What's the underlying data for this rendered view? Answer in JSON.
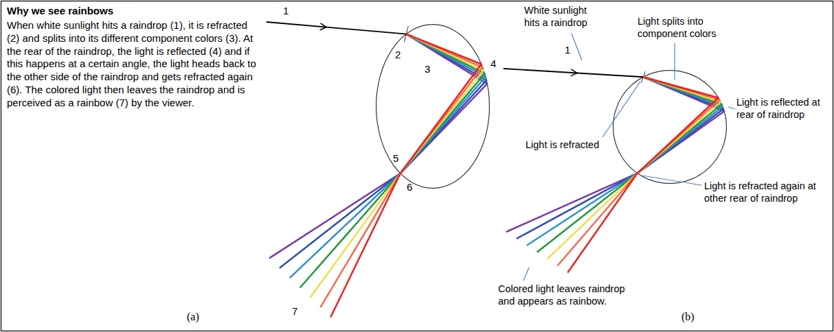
{
  "diagram": {
    "title": "Why we see rainbows",
    "labels": [
      "When white sunlight hits a raindrop (1), it is refracted (2) and splits into its different component colors (3). At the rear of the raindrop, the light is reflected (4) and if this happens at a certain angle, the light heads back to the other side of the raindrop and gets refracted again (6). The colored light then leaves the raindrop and is perceived as a rainbow (7) by the viewer.",
      "1",
      "2",
      "3",
      "4",
      "5",
      "6",
      "7",
      "White sunlight hits a raindrop",
      "1",
      "Light splits into component colors",
      "Light is refracted",
      "Light is reflected at rear of raindrop",
      "Light is refracted again at other rear of raindrop",
      "Colored light leaves raindrop and appears as rainbow.",
      "(a)",
      "(b)"
    ]
  }
}
